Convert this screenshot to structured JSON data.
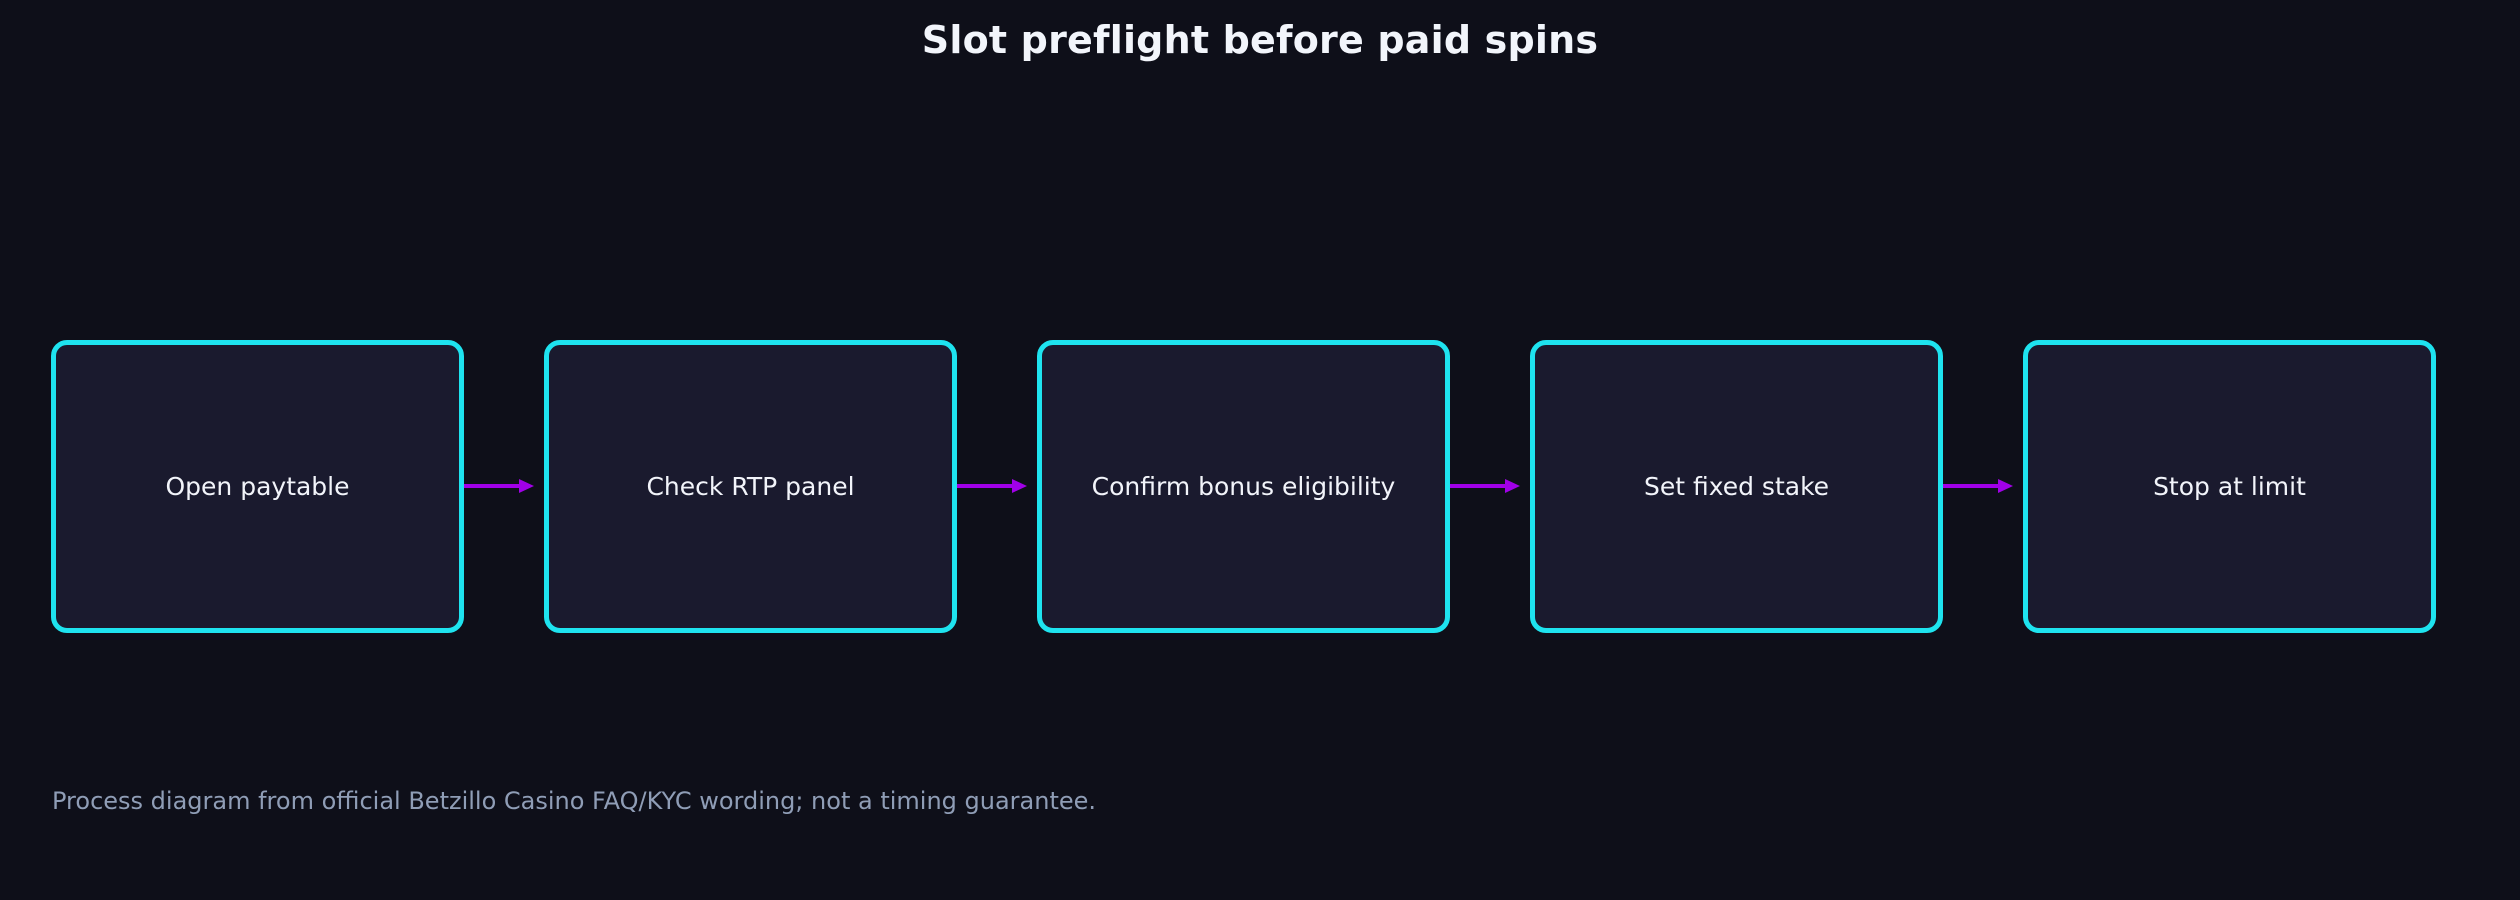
{
  "title": "Slot preflight before paid spins",
  "steps": [
    {
      "label": "Open paytable"
    },
    {
      "label": "Check RTP panel"
    },
    {
      "label": "Confirm bonus eligibility"
    },
    {
      "label": "Set fixed stake"
    },
    {
      "label": "Stop at limit"
    }
  ],
  "footnote": "Process diagram from official Betzillo Casino FAQ/KYC wording; not a timing guarantee.",
  "colors": {
    "background": "#0e0f19",
    "box_fill": "#1a1a2e",
    "box_border": "#1ee3ef",
    "arrow": "#a100e8",
    "text": "#f2f4fa",
    "footnote_text": "#8f9db6"
  }
}
